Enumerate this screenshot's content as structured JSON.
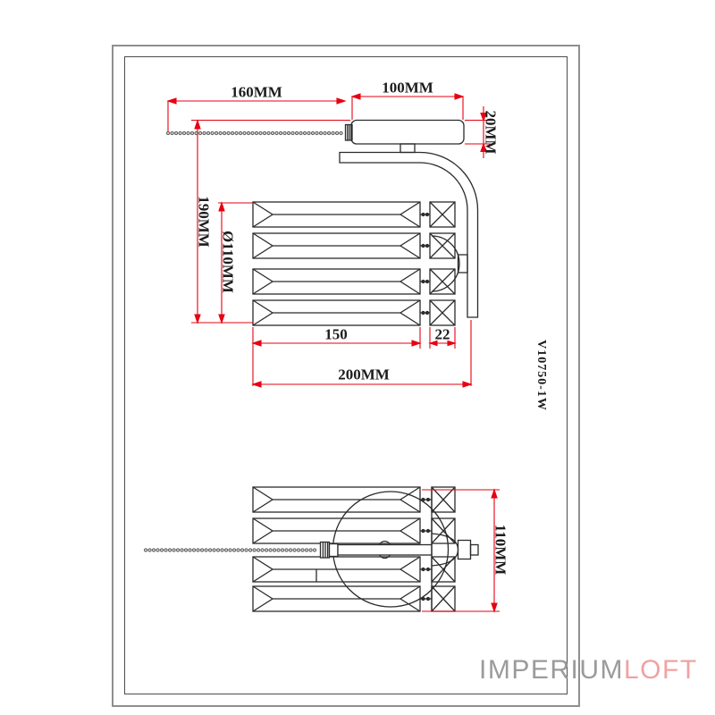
{
  "drawing": {
    "model_code": "V10750-1W",
    "side_view": {
      "dims": {
        "chain_length": "160MM",
        "body_width": "100MM",
        "body_height": "20MM",
        "overall_height": "190MM",
        "shade_diameter": "Ø110MM",
        "crystal_length": "150",
        "end_section": "22",
        "overall_width": "200MM"
      }
    },
    "bottom_view": {
      "dims": {
        "depth": "110MM"
      }
    }
  },
  "logo": {
    "imperium": "IMPERIUM",
    "loft": "LOFT"
  },
  "colors": {
    "dimension_red": "#e60012",
    "line_dark": "#2b2b2b",
    "frame_outer_gray": "#8f8f8f",
    "frame_inner_gray": "#4c4c4c",
    "logo_gray": "#9b9b9b",
    "logo_pink": "#f0a2a2",
    "background": "#ffffff"
  }
}
